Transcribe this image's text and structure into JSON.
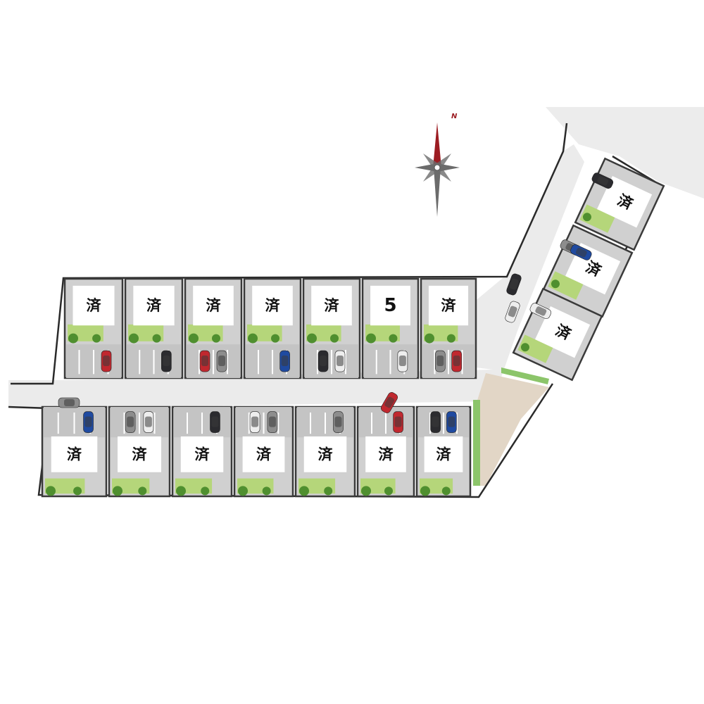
{
  "colors": {
    "road": "#ebebeb",
    "lot_fill": "#d0d0d0",
    "lot_border": "#3a3a3a",
    "lawn": "#b5d67a",
    "tree": "#4f8f2f",
    "house": "#ffffff",
    "gravel": "#e2d6c6",
    "compass_north": "#9c1c22",
    "compass_body": "#6b6b6b"
  },
  "compass": {
    "north_label": "N"
  },
  "lots": {
    "north_row": [
      {
        "id": "n1",
        "label": "済",
        "status": "sold",
        "cars": [
          "red"
        ]
      },
      {
        "id": "n2",
        "label": "済",
        "status": "sold",
        "cars": [
          "black"
        ]
      },
      {
        "id": "n3",
        "label": "済",
        "status": "sold",
        "cars": [
          "red",
          "gray"
        ]
      },
      {
        "id": "n4",
        "label": "済",
        "status": "sold",
        "cars": [
          "blue"
        ]
      },
      {
        "id": "n5",
        "label": "済",
        "status": "sold",
        "cars": [
          "black",
          "white"
        ]
      },
      {
        "id": "n6",
        "label": "5",
        "status": "available",
        "cars": [
          "white"
        ]
      },
      {
        "id": "n7",
        "label": "済",
        "status": "sold",
        "cars": [
          "gray",
          "red"
        ]
      }
    ],
    "south_row": [
      {
        "id": "s1",
        "label": "済",
        "status": "sold",
        "cars": [
          "blue"
        ]
      },
      {
        "id": "s2",
        "label": "済",
        "status": "sold",
        "cars": [
          "gray",
          "white"
        ]
      },
      {
        "id": "s3",
        "label": "済",
        "status": "sold",
        "cars": [
          "black"
        ]
      },
      {
        "id": "s4",
        "label": "済",
        "status": "sold",
        "cars": [
          "white",
          "gray"
        ]
      },
      {
        "id": "s5",
        "label": "済",
        "status": "sold",
        "cars": [
          "gray"
        ]
      },
      {
        "id": "s6",
        "label": "済",
        "status": "sold",
        "cars": [
          "red"
        ]
      },
      {
        "id": "s7",
        "label": "済",
        "status": "sold",
        "cars": [
          "black",
          "blue"
        ]
      }
    ],
    "diagonal_row": [
      {
        "id": "d1",
        "label": "済",
        "status": "sold",
        "cars": [
          "black"
        ]
      },
      {
        "id": "d2",
        "label": "済",
        "status": "sold",
        "cars": [
          "gray",
          "blue"
        ]
      },
      {
        "id": "d3",
        "label": "済",
        "status": "sold",
        "cars": [
          "white"
        ]
      }
    ]
  },
  "road_cars": [
    "gray",
    "red",
    "black",
    "white"
  ]
}
